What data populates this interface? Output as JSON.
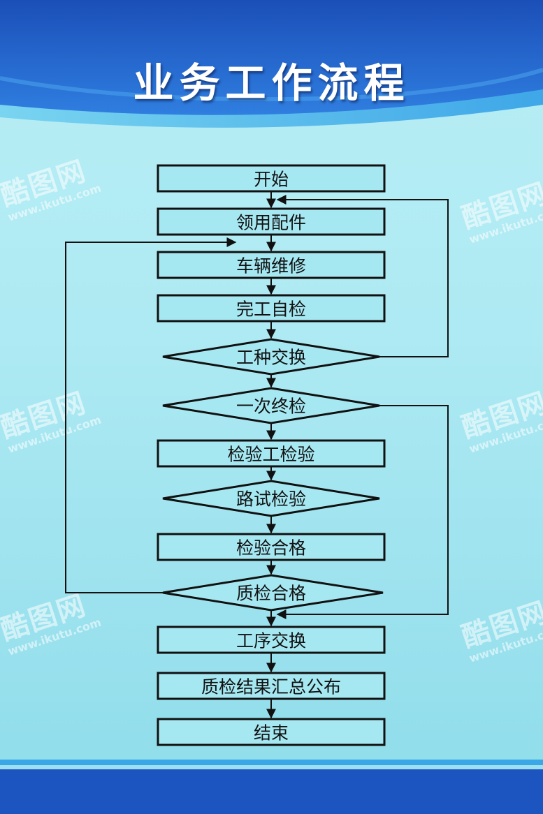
{
  "title": "业务工作流程",
  "colors": {
    "header_blue": "#1e5fc8",
    "header_light": "#3aa3e6",
    "background": "#b3ecf4",
    "box_fill": "#a6e8f2",
    "line": "#111111"
  },
  "flowchart": {
    "nodes": [
      {
        "id": "start",
        "shape": "rect",
        "label": "开始"
      },
      {
        "id": "parts",
        "shape": "rect",
        "label": "领用配件"
      },
      {
        "id": "repair",
        "shape": "rect",
        "label": "车辆维修"
      },
      {
        "id": "selfcheck",
        "shape": "rect",
        "label": "完工自检"
      },
      {
        "id": "handover1",
        "shape": "diamond",
        "label": "工种交换"
      },
      {
        "id": "finalcheck",
        "shape": "diamond",
        "label": "一次终检"
      },
      {
        "id": "inspector",
        "shape": "rect",
        "label": "检验工检验"
      },
      {
        "id": "roadtest",
        "shape": "diamond",
        "label": "路试检验"
      },
      {
        "id": "passed",
        "shape": "rect",
        "label": "检验合格"
      },
      {
        "id": "qcpassed",
        "shape": "diamond",
        "label": "质检合格"
      },
      {
        "id": "handover2",
        "shape": "rect",
        "label": "工序交换"
      },
      {
        "id": "summary",
        "shape": "rect",
        "label": "质检结果汇总公布"
      },
      {
        "id": "end",
        "shape": "rect",
        "label": "结束"
      }
    ]
  },
  "watermark": {
    "text": "酷图网",
    "url": "www.ikutu.com"
  }
}
